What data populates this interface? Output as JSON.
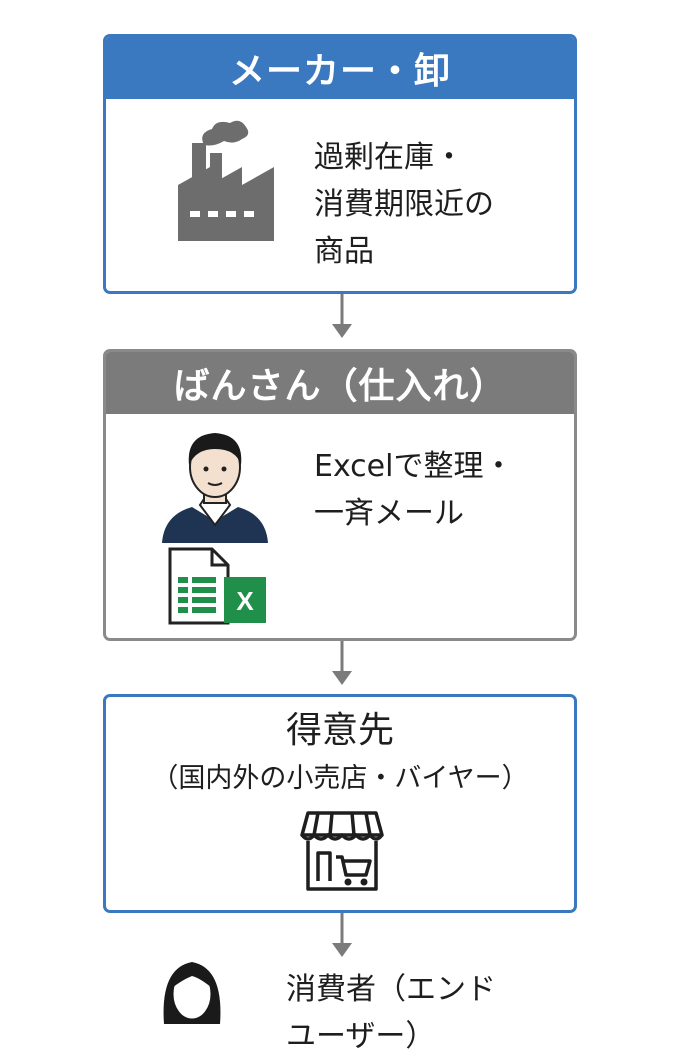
{
  "nodes": {
    "maker": {
      "title": "メーカー・卸",
      "lines": [
        "過剰在庫・",
        "消費期限近の",
        "商品"
      ],
      "icon": "factory-icon"
    },
    "bansan": {
      "title": "ばんさん（仕入れ）",
      "lines": [
        "Excelで整理・",
        "一斉メール"
      ],
      "icons": [
        "person-icon",
        "excel-icon"
      ],
      "excel_letter": "X"
    },
    "customer": {
      "title": "得意先",
      "subtitle": "（国内外の小売店・バイヤー）",
      "icon": "store-icon"
    },
    "consumer": {
      "lines": [
        "消費者（エンド",
        "ユーザー）"
      ],
      "icon": "person-icon"
    }
  },
  "colors": {
    "blue": "#3a78bf",
    "gray": "#7b7b7b",
    "icon_gray": "#6d6d6d",
    "excel_green": "#1f8f4a"
  }
}
